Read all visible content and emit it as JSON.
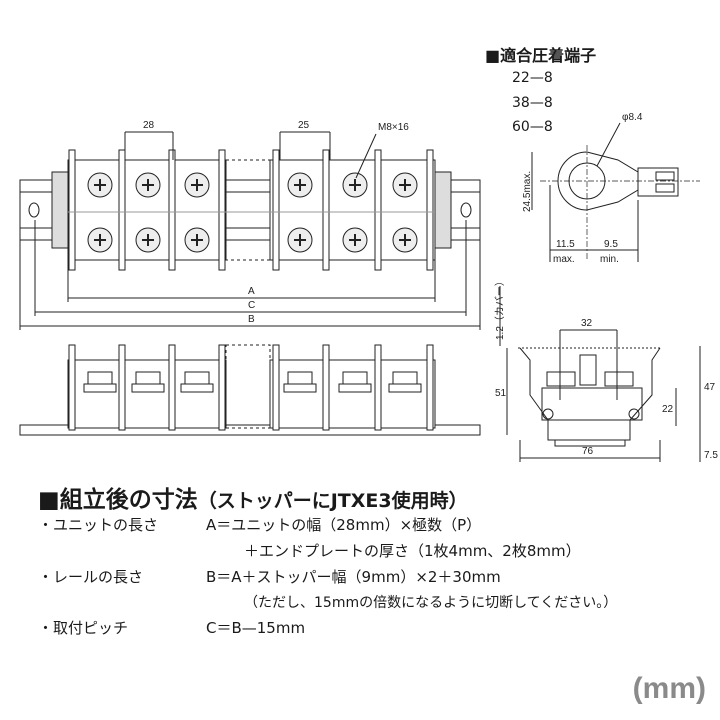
{
  "terminal": {
    "title": "■適合圧着端子",
    "sizes": [
      "22—8",
      "38—8",
      "60—8"
    ],
    "hole_dia": "φ8.4",
    "height": "24.5max.",
    "len1": "11.5",
    "len1_note": "max.",
    "len2": "9.5",
    "len2_note": "min."
  },
  "top_view": {
    "pitch": "28",
    "pitch2": "25",
    "screw": "M8×16",
    "dim_a": "A",
    "dim_c": "C",
    "dim_b": "B"
  },
  "side_view": {
    "cover": "1.2（カバー）",
    "width_32": "32",
    "height_51": "51",
    "height_47": "47",
    "height_22": "22",
    "width_76": "76",
    "rail_75": "7.5"
  },
  "assembly": {
    "heading": "■組立後の寸法",
    "heading_sub": "（ストッパーにJTXE3使用時）",
    "lines": [
      {
        "label": "・ユニットの長さ",
        "formula": "A＝ユニットの幅（28mm）×極数（P）"
      },
      {
        "label": "",
        "formula": "＋エンドプレートの厚さ（1枚4mm、2枚8mm）"
      },
      {
        "label": "・レールの長さ",
        "formula": "B＝A＋ストッパー幅（9mm）×2＋30mm"
      },
      {
        "label": "",
        "formula": "（ただし、15mmの倍数になるように切断してください。）"
      },
      {
        "label": "・取付ピッチ",
        "formula": "C＝B—15mm"
      }
    ]
  },
  "unit": "(mm)"
}
